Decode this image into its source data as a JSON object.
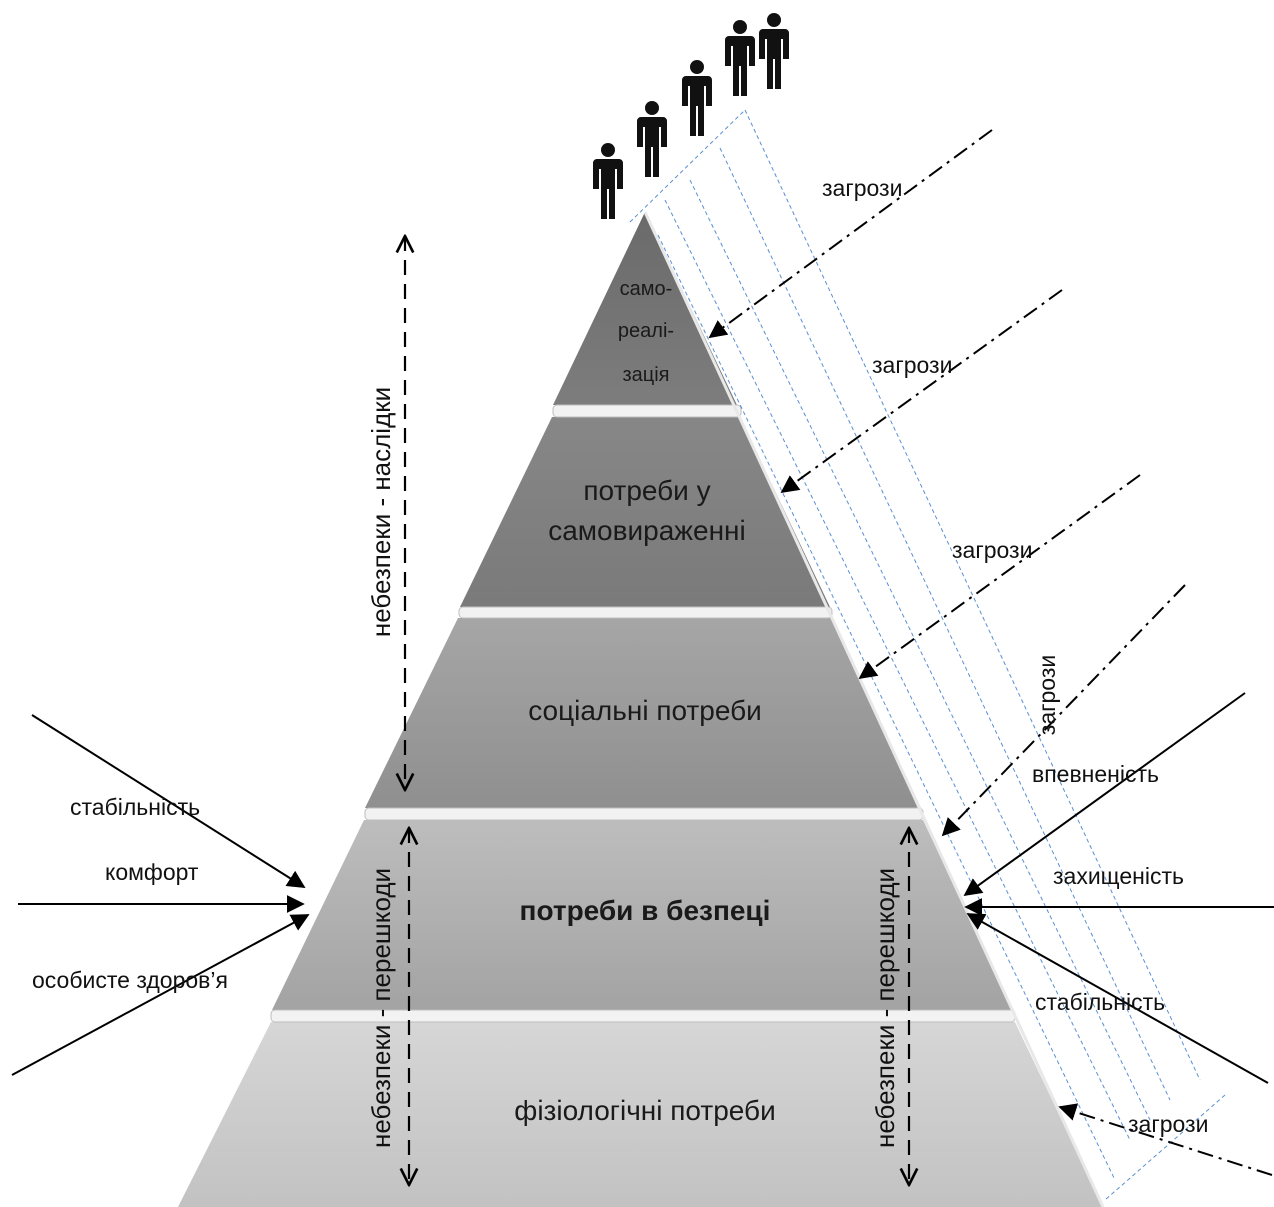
{
  "levels": {
    "self_realization": [
      "само-",
      "реалі-",
      "зація"
    ],
    "self_expression": [
      "потреби у",
      "самовираженні"
    ],
    "social": "соціальні потреби",
    "safety": "потреби в безпеці",
    "physiological": "фізіологічні потреби"
  },
  "vertical_labels": {
    "upper": "небезпеки - наслідки",
    "lower_left": "небезпеки - перешкоди",
    "lower_right": "небезпеки - перешкоди"
  },
  "left_factors": [
    "стабільність",
    "комфорт",
    "особисте здоров’я"
  ],
  "right_factors": [
    "впевненість",
    "захищеність",
    "стабільність"
  ],
  "threat_label": "загрози",
  "colors": {
    "pyramid_dark": "#6e6e6e",
    "pyramid_light": "#d2d2d2",
    "people": "#111111",
    "guide_lines": "#5b8fd0"
  },
  "icons": [
    "person-icon"
  ]
}
